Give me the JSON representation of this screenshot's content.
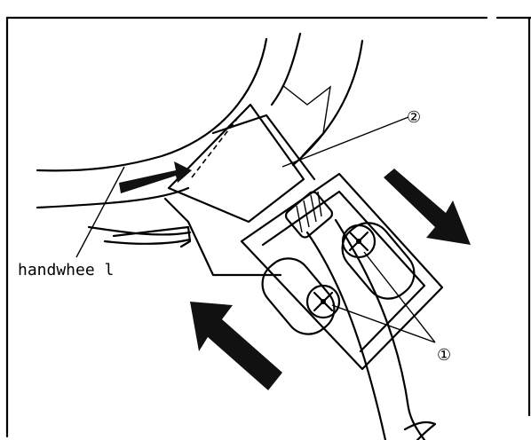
{
  "labels": {
    "handwheel": "handwhee l",
    "callout_1": "①",
    "callout_2": "②"
  },
  "colors": {
    "ink": "#000000",
    "arrow_fill": "#111111",
    "background": "#ffffff"
  }
}
